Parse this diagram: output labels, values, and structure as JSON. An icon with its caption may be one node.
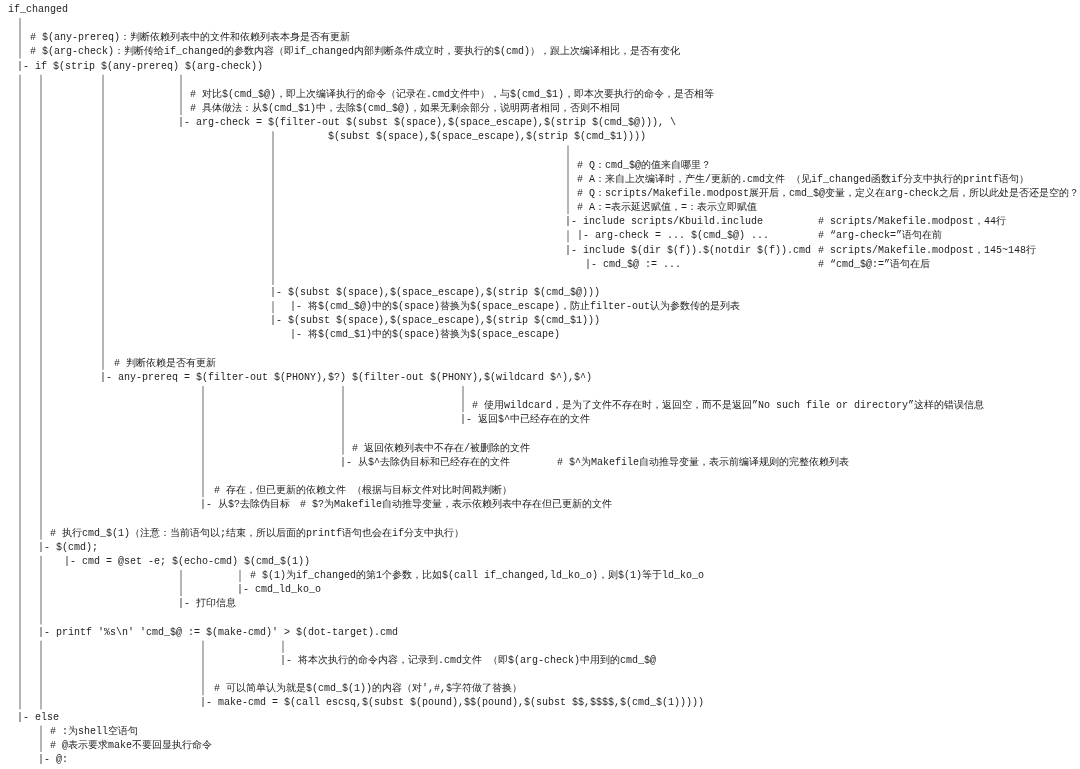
{
  "diagram": {
    "labels": [
      "if_changed",
      "# $(any-prereq)：判断依赖列表中的文件和依赖列表本身是否有更新",
      "# $(arg-check)：判断传给if_changed的参数内容（即if_changed内部判断条件成立时，要执行的$(cmd)），跟上次编译相比，是否有变化",
      "|- if $(strip $(any-prereq) $(arg-check))",
      "# 对比$(cmd_$@)，即上次编译执行的命令（记录在.cmd文件中），与$(cmd_$1)，即本次要执行的命令，是否相等",
      "# 具体做法：从$(cmd_$1)中，去除$(cmd_$@)，如果无剩余部分，说明两者相同，否则不相同",
      "|- arg-check = $(filter-out $(subst $(space),$(space_escape),$(strip $(cmd_$@))), \\",
      "$(subst $(space),$(space_escape),$(strip $(cmd_$1))))",
      "# Q：cmd_$@的值来自哪里？",
      "# A：来自上次编译时，产生/更新的.cmd文件 （见if_changed函数if分支中执行的printf语句）",
      "# Q：scripts/Makefile.modpost展开后，cmd_$@变量，定义在arg-check之后，所以此处是否还是空的？",
      "# A：=表示延迟赋值，=：表示立即赋值",
      "|- include scripts/Kbuild.include",
      "# scripts/Makefile.modpost，44行",
      "|- arg-check = ... $(cmd_$@) ...",
      "# “arg-check=”语句在前",
      "|- include $(dir $(f)).$(notdir $(f)).cmd",
      "# scripts/Makefile.modpost，145~148行",
      "|- cmd_$@ := ...",
      "# “cmd_$@:=”语句在后",
      "|- $(subst $(space),$(space_escape),$(strip $(cmd_$@)))",
      "|- 将$(cmd_$@)中的$(space)替换为$(space_escape)，防止filter-out认为参数传的是列表",
      "|- $(subst $(space),$(space_escape),$(strip $(cmd_$1)))",
      "|- 将$(cmd_$1)中的$(space)替换为$(space_escape)",
      "# 判断依赖是否有更新",
      "|- any-prereq = $(filter-out $(PHONY),$?) $(filter-out $(PHONY),$(wildcard $^),$^)",
      "# 使用wildcard，是为了文件不存在时，返回空，而不是返回”No  such file or directory”这样的错误信息",
      "|- 返回$^中已经存在的文件",
      "# 返回依赖列表中不存在/被删除的文件",
      "|- 从$^去除伪目标和已经存在的文件",
      "# $^为Makefile自动推导变量，表示前编译规则的完整依赖列表",
      "# 存在，但已更新的依赖文件 （根据与目标文件对比时间戳判断）",
      "|- 从$?去除伪目标",
      "# $?为Makefile自动推导变量，表示依赖列表中存在但已更新的文件",
      "# 执行cmd_$(1)（注意：当前语句以;结束，所以后面的printf语句也会在if分支中执行）",
      "|- $(cmd);",
      "|- cmd = @set -e; $(echo-cmd) $(cmd_$(1))",
      "# $(1)为if_changed的第1个参数，比如$(call if_changed,ld_ko_o)，则$(1)等于ld_ko_o",
      "|- cmd_ld_ko_o",
      "|- 打印信息",
      "|- printf '%s\\n' 'cmd_$@ := $(make-cmd)' > $(dot-target).cmd",
      "|- 将本次执行的命令内容，记录到.cmd文件 （即$(arg-check)中用到的cmd_$@",
      "# 可以简单认为就是$(cmd_$(1))的内容（对',#,$字符做了替换）",
      "|- make-cmd = $(call escsq,$(subst $(pound),$$(pound),$(subst $$,$$$$,$(cmd_$(1)))))",
      "|- else",
      "# :为shell空语句",
      "# @表示要求make不要回显执行命令",
      "|- @:"
    ]
  }
}
